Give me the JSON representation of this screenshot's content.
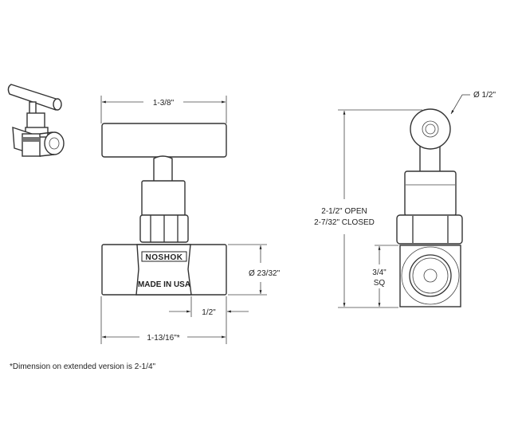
{
  "drawing": {
    "front_view": {
      "handle_width": "1-3/8\"",
      "body_diameter": "Ø 23/32\"",
      "port_depth": "1/2\"",
      "overall_length": "1-13/16\"*",
      "logo_text": "NOSHOK",
      "body_marking": "MADE IN USA"
    },
    "side_view": {
      "handle_diameter": "Ø 1/2\"",
      "height_open": "2-1/2\" OPEN",
      "height_closed": "2-7/32\" CLOSED",
      "body_square_line1": "3/4\"",
      "body_square_line2": "SQ"
    },
    "footnote": "*Dimension on extended version is 2-1/4\""
  }
}
